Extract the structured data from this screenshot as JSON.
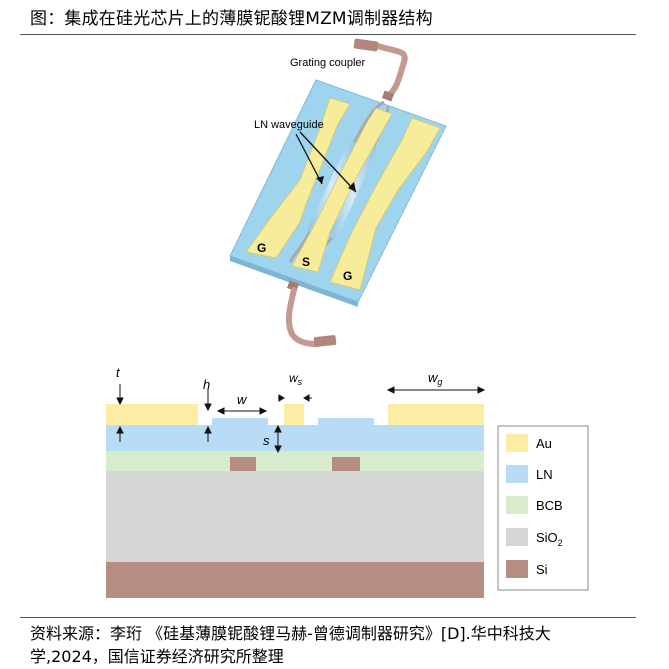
{
  "figure_title": "图：集成在硅光芯片上的薄膜铌酸锂MZM调制器结构",
  "source_line1": "资料来源：李珩 《硅基薄膜铌酸锂马赫-曾德调制器研究》[D].华中科技大",
  "source_line2": "学,2024，国信证券经济研究所整理",
  "chip": {
    "grating_coupler": "Grating coupler",
    "ln_waveguide": "LN waveguide",
    "electrodes": [
      "G",
      "S",
      "G"
    ]
  },
  "cross_section": {
    "dim_t": "t",
    "dim_h": "h",
    "dim_w": "w",
    "dim_ws_base": "w",
    "dim_ws_sub": "s",
    "dim_wg_base": "w",
    "dim_wg_sub": "g",
    "dim_s": "s"
  },
  "legend": [
    {
      "label": "Au",
      "sub": "",
      "suffix": "",
      "color": "#fbeea4"
    },
    {
      "label": "LN",
      "sub": "",
      "suffix": "",
      "color": "#b8dcf5"
    },
    {
      "label": "BCB",
      "sub": "",
      "suffix": "",
      "color": "#d7ebcd"
    },
    {
      "label": "SiO",
      "sub": "2",
      "suffix": "",
      "color": "#d6d6d6"
    },
    {
      "label": "Si",
      "sub": "",
      "suffix": "",
      "color": "#b58d83"
    }
  ],
  "colors": {
    "au": "#fbeea4",
    "ln": "#b8dcf5",
    "bcb": "#d7ebcd",
    "sio2": "#d6d6d6",
    "si": "#b58d83",
    "chip_substrate": "#9fd4ee",
    "fiber": "#c39a92"
  }
}
